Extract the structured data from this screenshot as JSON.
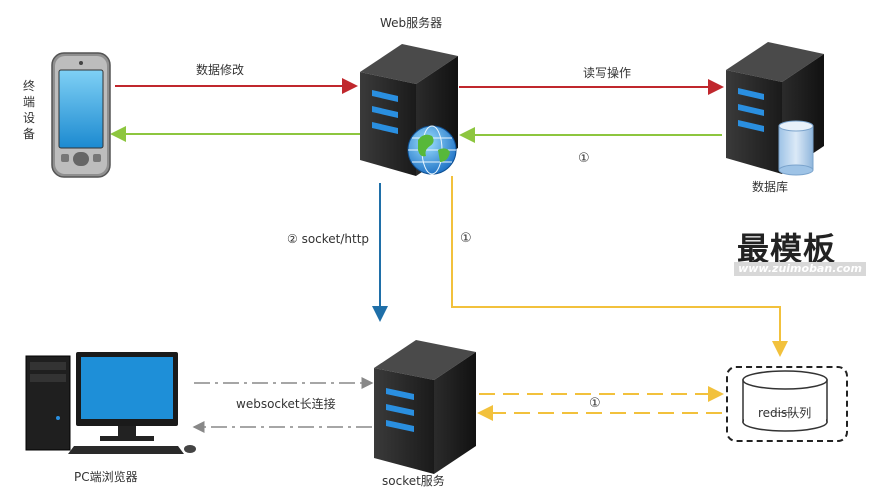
{
  "nodes": {
    "web_server": "Web服务器",
    "terminal": "终端设备",
    "database": "数据库",
    "pc": "PC端浏览器",
    "socket_server": "socket服务",
    "redis": "redis队列"
  },
  "edges": {
    "data_modify": "数据修改",
    "read_write": "读写操作",
    "db_return_step": "①",
    "socket_http": "② socket/http",
    "redis_step": "①",
    "websocket": "websocket长连接",
    "queue_step": "①"
  },
  "watermark": {
    "brand": "最模板",
    "url": "www.zuimoban.com"
  },
  "colors": {
    "red": "#c0272d",
    "green": "#8dc63f",
    "blue": "#1f6fa8",
    "yellow": "#f2c13c",
    "gray": "#888888"
  }
}
